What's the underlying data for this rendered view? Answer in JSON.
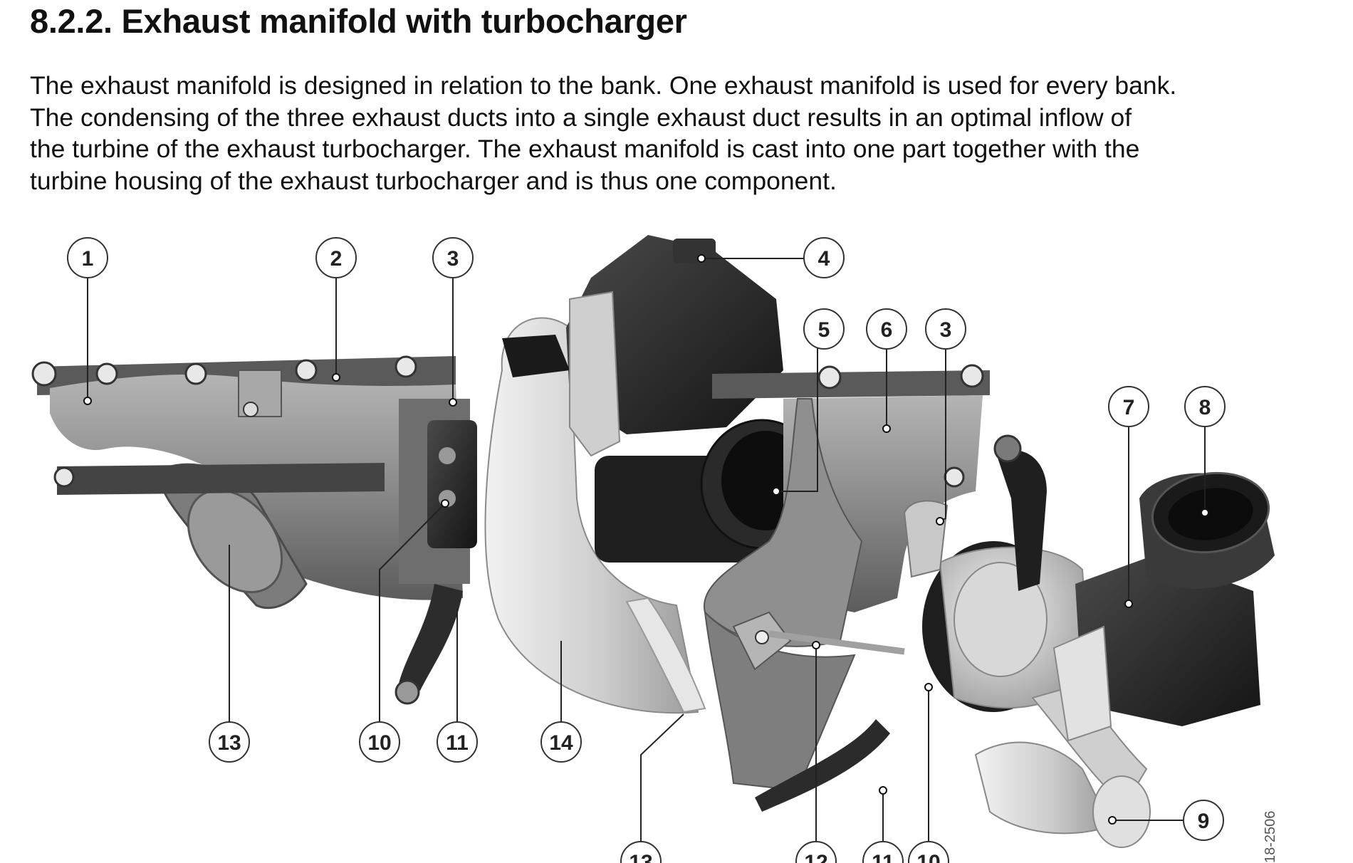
{
  "heading": "8.2.2. Exhaust manifold with turbocharger",
  "paragraph_lines": [
    "The exhaust manifold is designed in relation to the bank. One exhaust manifold is used for every bank.",
    "The condensing of the three exhaust ducts into a single exhaust duct results in an optimal inflow of",
    "the turbine of the exhaust turbocharger. The exhaust manifold is cast into one part together with the",
    "turbine housing of the exhaust turbocharger and is thus one component."
  ],
  "figure": {
    "figure_id": "18-2506",
    "callout_labels": [
      "1",
      "2",
      "3",
      "4",
      "5",
      "6",
      "3",
      "7",
      "8",
      "13",
      "10",
      "11",
      "14",
      "9",
      "13",
      "12",
      "11",
      "10"
    ]
  }
}
